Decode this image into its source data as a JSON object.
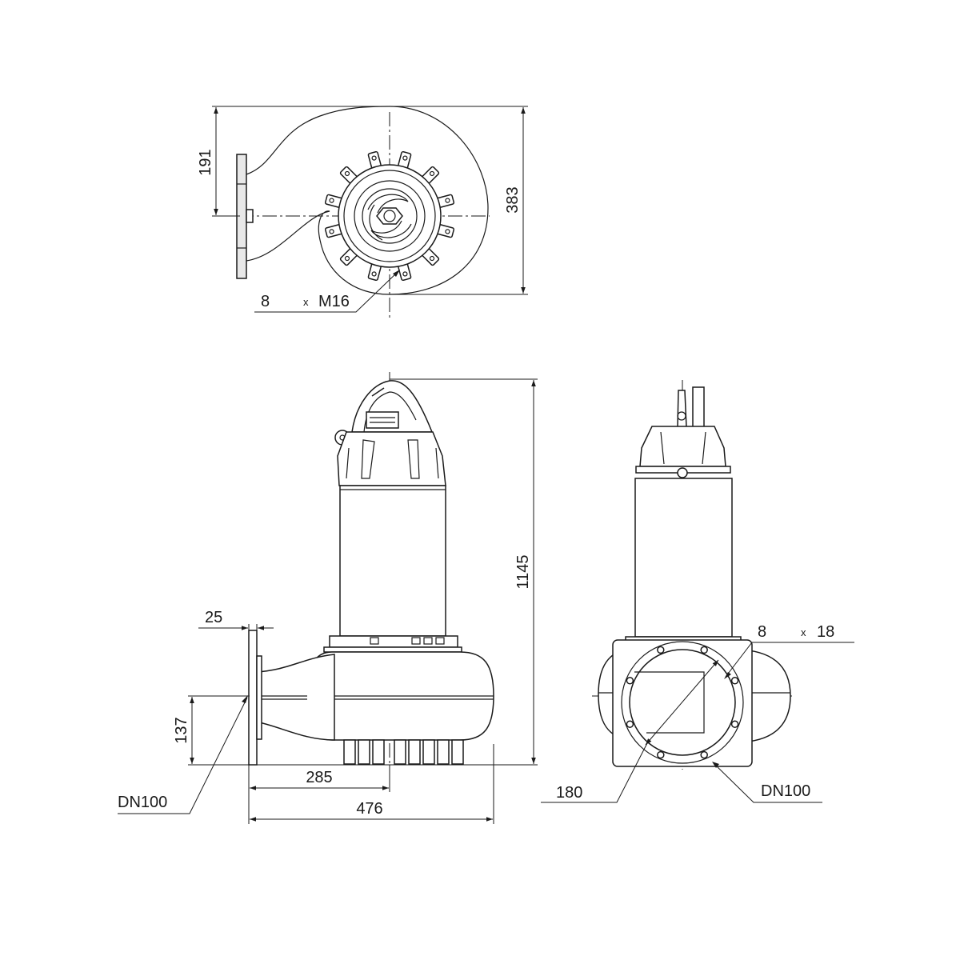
{
  "top_view": {
    "dim_191": "191",
    "dim_383": "383",
    "bolt_count": "8",
    "times": "x",
    "bolt_size": "M16"
  },
  "side_view": {
    "dim_1145": "1145",
    "dim_25": "25",
    "dim_137": "137",
    "dim_285": "285",
    "dim_476": "476",
    "outlet_label": "DN100"
  },
  "front_view": {
    "hole_count": "8",
    "times": "x",
    "hole_size": "18",
    "dim_180": "180",
    "inlet_label": "DN100"
  }
}
